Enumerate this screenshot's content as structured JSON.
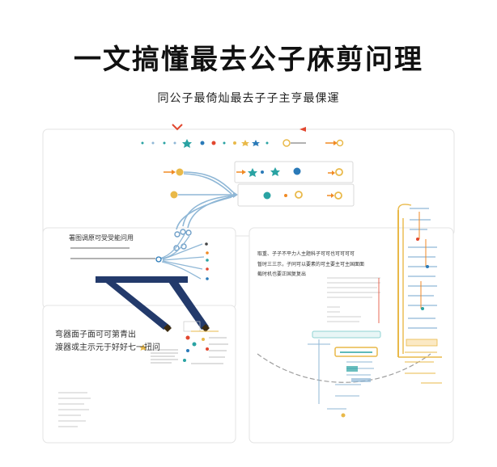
{
  "header": {
    "title": "一文搞懂最去公子庥剪问理",
    "subtitle": "同公子最倚灿最去子子主亨最倮運"
  },
  "panels": {
    "mid_left": {
      "caption": "署图调原可受受能问用"
    },
    "bottom_left": {
      "line1": "弯器面子面可可第青出",
      "line2": "渡器或主示元于好好七一扭问"
    },
    "right": {
      "line1": "取重、子子不平力人主题科子可可也可可可可",
      "line2": "暂时三三示，子同可以要素的可主要主可主国面面",
      "line3": "截时机也要正国复复出"
    }
  },
  "colors": {
    "navy": "#233a6b",
    "flow_blue": "#8fb7d6",
    "orange": "#f08a24",
    "red": "#e2472f",
    "teal": "#2aa3a3",
    "gold": "#e9b949",
    "panel_border": "#e3e3e3"
  },
  "icons": [
    "arrow-left-icon",
    "arrow-right-icon",
    "star-icon",
    "gear-icon",
    "circle-icon",
    "ring-icon",
    "chevron-down-icon"
  ]
}
